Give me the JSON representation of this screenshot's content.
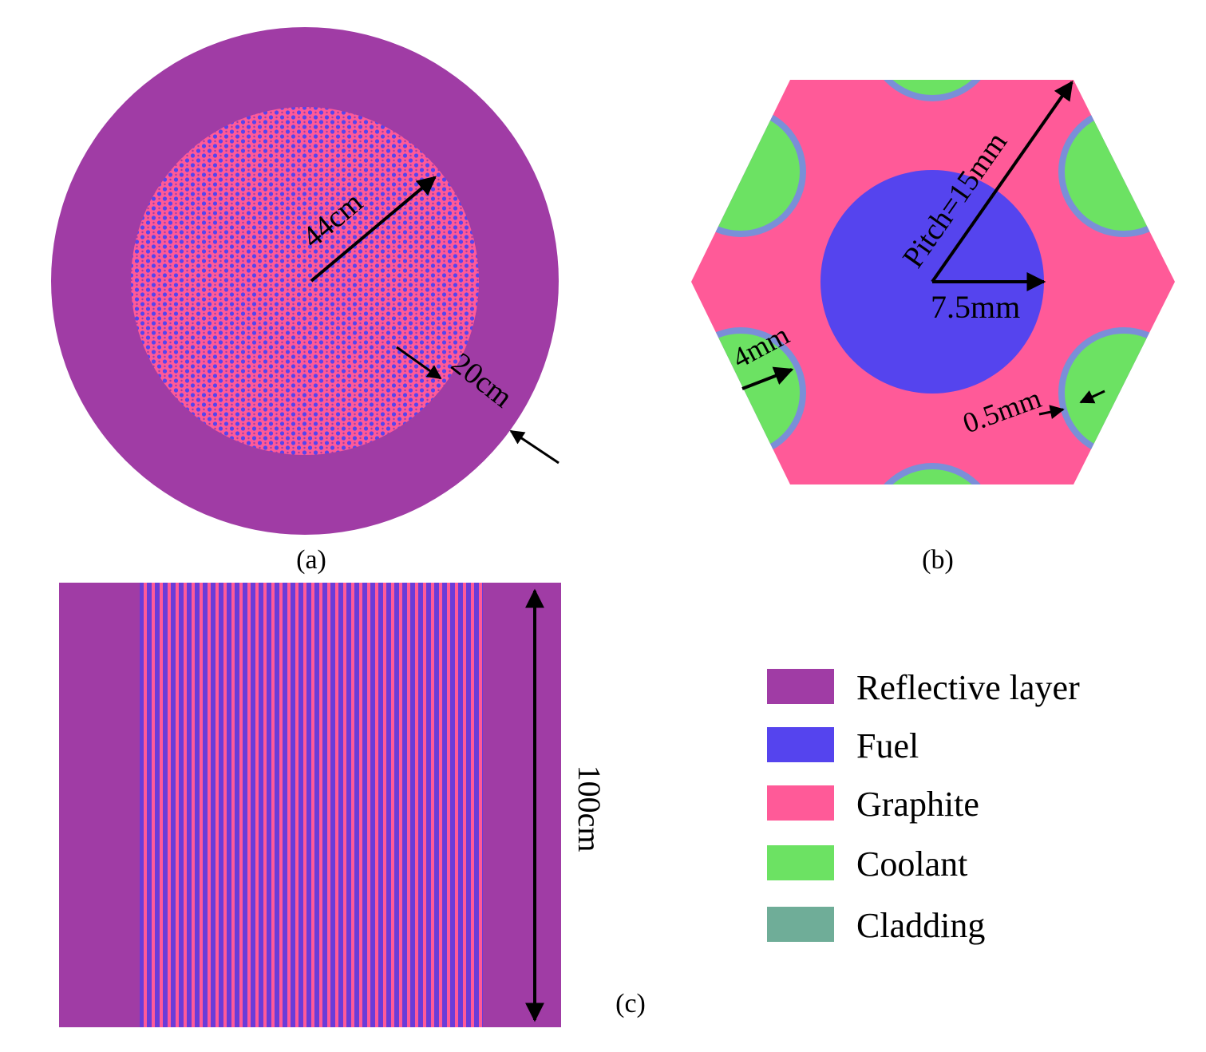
{
  "colors": {
    "reflective": "#a03ca5",
    "fuel": "#5544ee",
    "graphite": "#ff5a98",
    "coolant": "#6ce263",
    "cladding": "#6fad98",
    "cladding_ring": "#7a8fd8",
    "background": "#ffffff",
    "annotation": "#000000"
  },
  "panel_a": {
    "caption": "(a)",
    "dim_radius": "44cm",
    "dim_reflector": "20cm"
  },
  "panel_b": {
    "caption": "(b)",
    "dim_pitch": "Pitch=15mm",
    "dim_fuel_radius": "7.5mm",
    "dim_coolant": "4mm",
    "dim_cladding": "0.5mm"
  },
  "panel_c": {
    "caption": "(c)",
    "dim_height": "100cm"
  },
  "legend": {
    "items": [
      {
        "label": "Reflective layer",
        "color_key": "reflective"
      },
      {
        "label": "Fuel",
        "color_key": "fuel"
      },
      {
        "label": "Graphite",
        "color_key": "graphite"
      },
      {
        "label": "Coolant",
        "color_key": "coolant"
      },
      {
        "label": "Cladding",
        "color_key": "cladding"
      }
    ]
  }
}
